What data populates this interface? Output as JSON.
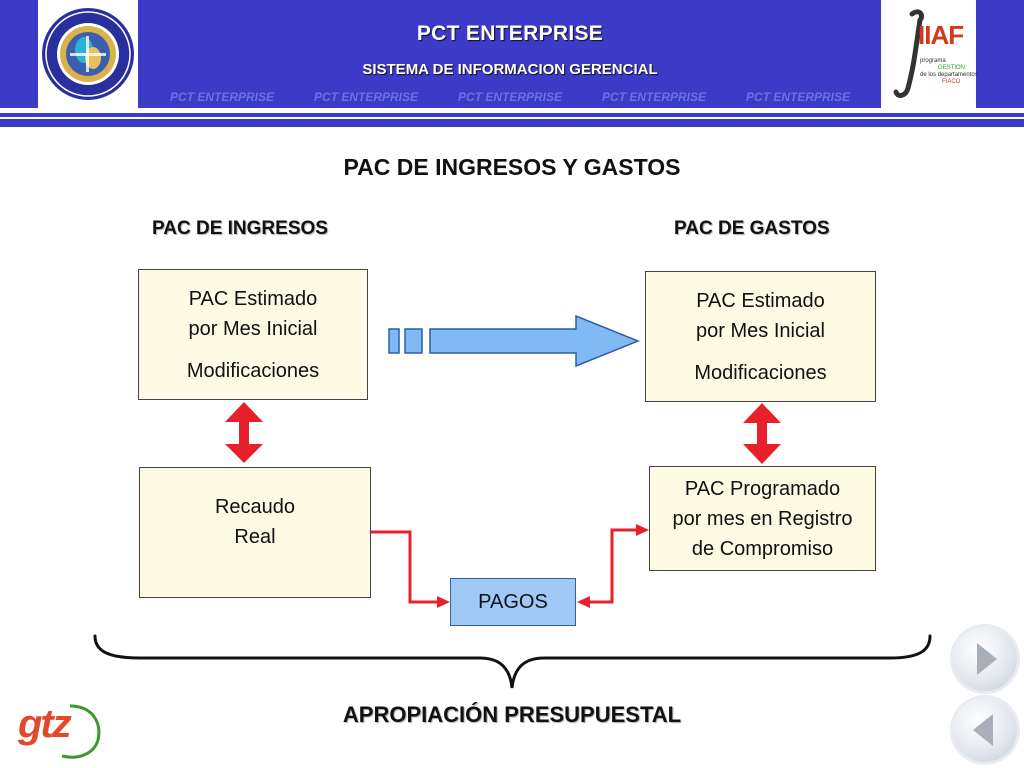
{
  "header": {
    "title": "PCT ENTERPRISE",
    "subtitle": "SISTEMA DE INFORMACION GERENCIAL",
    "repeat_labels": [
      "PCT ENTERPRISE",
      "PCT ENTERPRISE",
      "PCT ENTERPRISE",
      "PCT ENTERPRISE",
      "PCT ENTERPRISE"
    ],
    "logo_right": {
      "main": "IIAF",
      "small_1": "programa",
      "small_2": "GESTION",
      "small_3": "de los departamentos",
      "small_4": "FIACO"
    }
  },
  "diagram": {
    "title": "PAC DE INGRESOS Y GASTOS",
    "left_heading": "PAC DE INGRESOS",
    "right_heading": "PAC DE GASTOS",
    "left_top_box": {
      "line1": "PAC Estimado",
      "line2": "por Mes Inicial",
      "line3": "Modificaciones"
    },
    "right_top_box": {
      "line1": "PAC Estimado",
      "line2": "por Mes Inicial",
      "line3": "Modificaciones"
    },
    "left_bottom_box": {
      "line1": "Recaudo",
      "line2": "Real"
    },
    "right_bottom_box": {
      "line1": "PAC Programado",
      "line2": "por mes en Registro",
      "line3": "de Compromiso"
    },
    "pagos": "PAGOS",
    "bottom_label": "APROPIACIÓN PRESUPUESTAL"
  },
  "footer": {
    "logo_text": "gtz"
  },
  "colors": {
    "header_blue": "#3b3bc7",
    "box_fill": "#fdfbe4",
    "arrow_red": "#e8202a",
    "big_arrow_fill": "#7fbaf5",
    "pagos_fill": "#9ec8f5"
  },
  "icons": [
    "seal-logo-icon",
    "iiaf-logo-icon",
    "gtz-logo-icon",
    "next-arrow-icon",
    "prev-arrow-icon"
  ]
}
